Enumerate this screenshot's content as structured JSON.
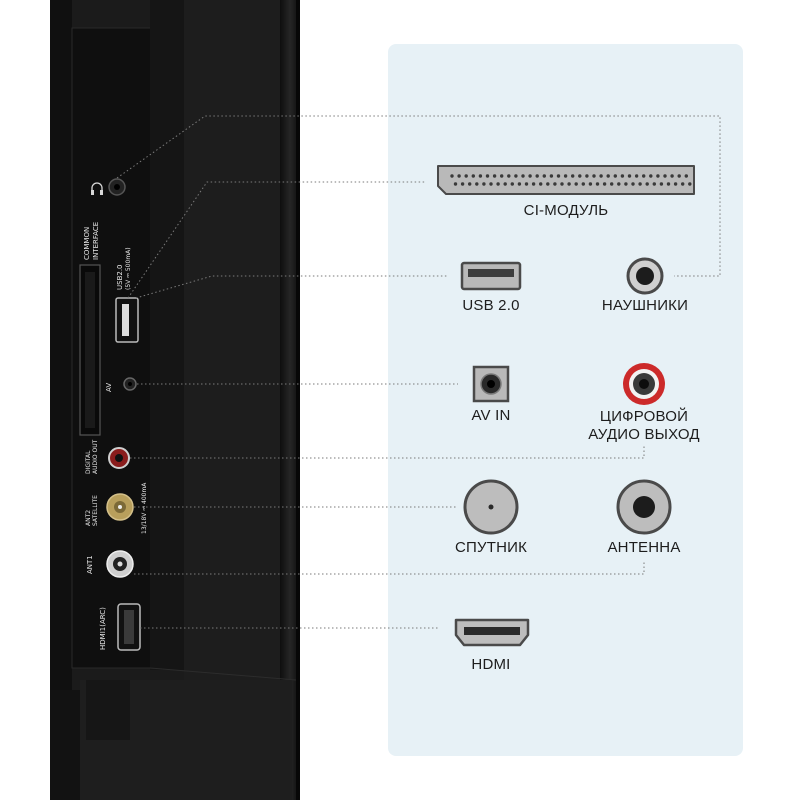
{
  "panel_labels": {
    "ci": "CI-МОДУЛЬ",
    "usb": "USB 2.0",
    "headphones": "НАУШНИКИ",
    "av_in": "AV IN",
    "digital_audio_line1": "ЦИФРОВОЙ",
    "digital_audio_line2": "АУДИО ВЫХОД",
    "satellite": "СПУТНИК",
    "antenna": "АНТЕННА",
    "hdmi": "HDMI"
  },
  "tv_labels": {
    "common_interface_1": "COMMON",
    "common_interface_2": "INTERFACE",
    "usb_1": "USB2.0",
    "usb_2": "(5V ⎓ 500mA)",
    "av": "AV",
    "digital_audio_1": "DIGITAL",
    "digital_audio_2": "AUDIO OUT",
    "sat_1": "ANT2",
    "sat_2": "SATELLITE",
    "sat_power": "13/18V ⎓ 400mA",
    "ant1": "ANT1",
    "hdmi": "HDMI1(ARC)"
  },
  "colors": {
    "panel_bg": "#e7f1f6",
    "tv_body": "#1a1a1a",
    "tv_panel": "#121212",
    "connector_gray": "#b9b9b9",
    "digital_red": "#cc2a2a",
    "leader_line": "#7a7a7a"
  },
  "icons": [
    "headphone-icon",
    "usb-port-icon",
    "ci-slot-icon",
    "av-jack-icon",
    "rca-jack-icon",
    "coax-connector-icon",
    "hdmi-port-icon"
  ]
}
